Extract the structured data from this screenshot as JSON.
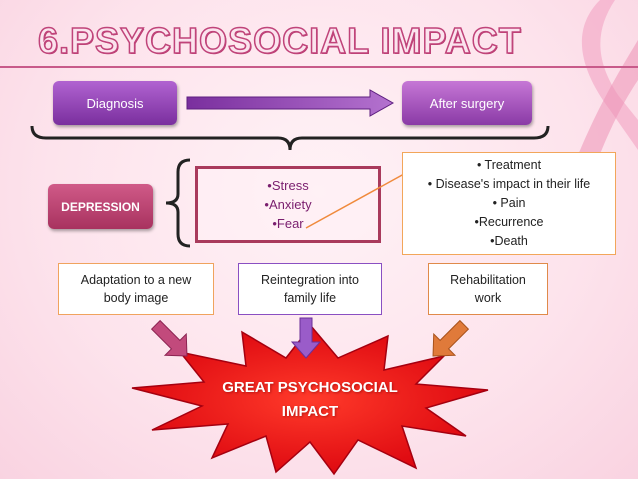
{
  "title": "6.PSYCHOSOCIAL IMPACT",
  "flow": {
    "start": "Diagnosis",
    "end": "After surgery"
  },
  "depression": "DEPRESSION",
  "symptoms": [
    "•Stress",
    "•Anxiety",
    "•Fear"
  ],
  "concerns": [
    "• Treatment",
    "• Disease's impact in their life",
    "• Pain",
    "•Recurrence",
    "•Death"
  ],
  "challenges": [
    {
      "line1": "Adaptation to a new",
      "line2": "body image"
    },
    {
      "line1": "Reintegration into",
      "line2": "family life"
    },
    {
      "line1": "Rehabilitation",
      "line2": "work"
    }
  ],
  "result": {
    "line1": "GREAT PSYCHOSOCIAL",
    "line2": "IMPACT"
  },
  "colors": {
    "accent_pink": "#c0447a",
    "purple": "#8a3aa6",
    "star_red": "#e8101a",
    "orange_border": "#f2a65a"
  },
  "decor": {
    "ribbon": "pink-ribbon-icon"
  }
}
